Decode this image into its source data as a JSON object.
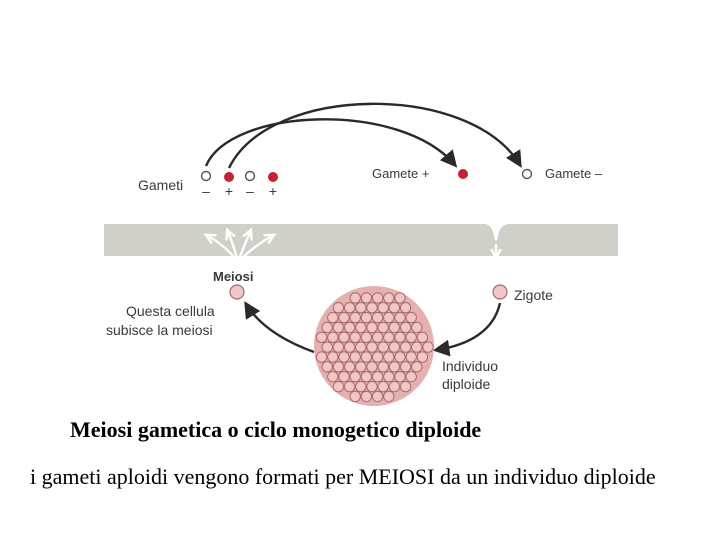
{
  "diagram": {
    "labels": {
      "gameti": "Gameti",
      "gamete_plus": "Gamete +",
      "gamete_minus": "Gamete –",
      "meiosi": "Meiosi",
      "questa_cellula_line1": "Questa cellula",
      "questa_cellula_line2": "subisce la meiosi",
      "zigote": "Zigote",
      "individuo_line1": "Individuo",
      "individuo_line2": "diploide"
    },
    "gamete_signs": [
      "–",
      "+",
      "–",
      "+"
    ],
    "colors": {
      "gamete_plus_fill": "#c8202f",
      "gamete_minus_fill": "#ffffff",
      "diploid_cell_fill": "#f1c6c6",
      "diploid_cell_stroke": "#a86a6a",
      "band": "#d0d0c8",
      "arrows": "#2a2a2a"
    }
  },
  "caption": {
    "title": "Meiosi gametica o ciclo monogetico diploide",
    "body": " i gameti aploidi vengono formati per MEIOSI da un individuo diploide"
  }
}
